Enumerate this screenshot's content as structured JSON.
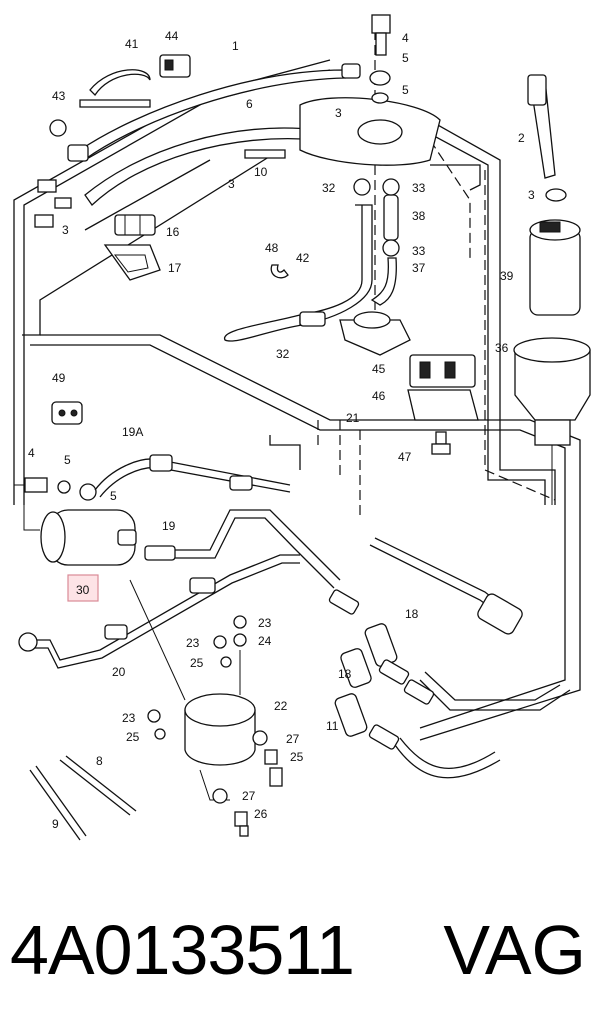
{
  "diagram": {
    "highlighted_label": "30",
    "labels": [
      "41",
      "44",
      "1",
      "4",
      "5",
      "5",
      "43",
      "6",
      "3",
      "2",
      "3",
      "10",
      "3",
      "32",
      "33",
      "38",
      "3",
      "16",
      "17",
      "48",
      "42",
      "33",
      "37",
      "39",
      "32",
      "36",
      "49",
      "45",
      "46",
      "21",
      "19A",
      "4",
      "5",
      "5",
      "47",
      "19",
      "30",
      "18",
      "23",
      "24",
      "23",
      "25",
      "18",
      "20",
      "22",
      "11",
      "23",
      "25",
      "27",
      "25",
      "8",
      "27",
      "26",
      "9"
    ]
  },
  "footer": {
    "part_number": "4A0133511",
    "brand": "VAG"
  }
}
